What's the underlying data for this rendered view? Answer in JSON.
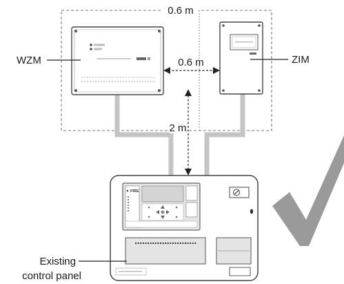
{
  "labels": {
    "wzm": "WZM",
    "zim": "ZIM",
    "span_distance": "0.6 m",
    "gap_distance": "0.6 m",
    "vertical_distance": "2 m",
    "existing_line1": "Existing",
    "existing_line2": "control panel"
  },
  "panel_text": {
    "fire": "FIRE"
  },
  "colors": {
    "line": "#555555",
    "cable": "#c4c4c4",
    "check": "#9a9a9a",
    "dashed": "#777777",
    "text": "#1a1a1a"
  },
  "icons": [
    "check-mark-icon",
    "key-switch-icon",
    "nav-pad-icon",
    "arrow-icon"
  ]
}
